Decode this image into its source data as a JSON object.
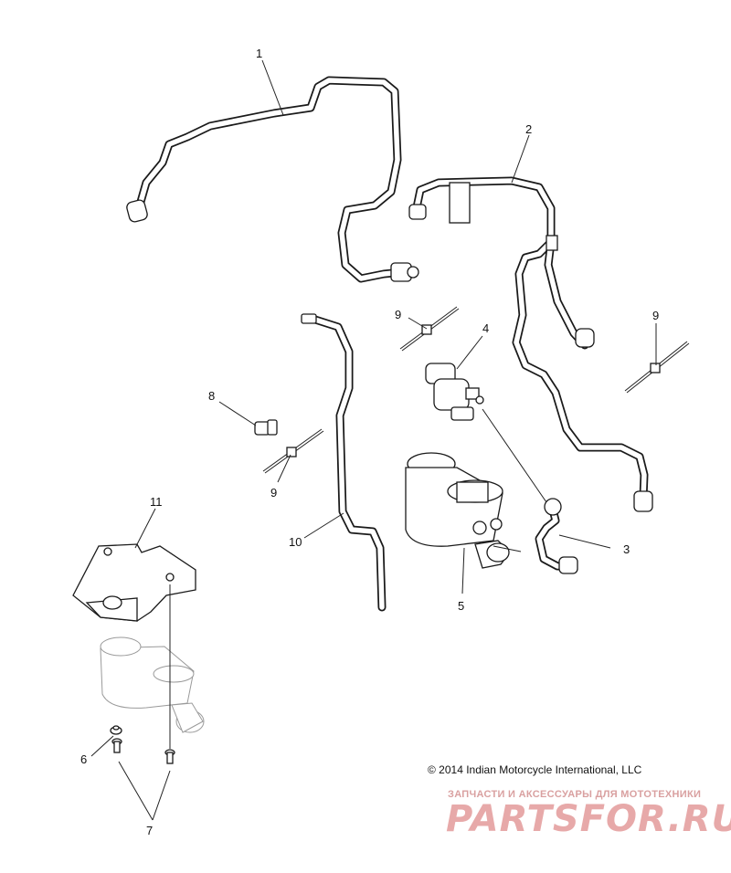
{
  "diagram": {
    "callouts": [
      {
        "id": "c1",
        "label": "1"
      },
      {
        "id": "c2",
        "label": "2"
      },
      {
        "id": "c3",
        "label": "3"
      },
      {
        "id": "c4",
        "label": "4"
      },
      {
        "id": "c5",
        "label": "5"
      },
      {
        "id": "c6",
        "label": "6"
      },
      {
        "id": "c7",
        "label": "7"
      },
      {
        "id": "c8",
        "label": "8"
      },
      {
        "id": "c9a",
        "label": "9"
      },
      {
        "id": "c9b",
        "label": "9"
      },
      {
        "id": "c9c",
        "label": "9"
      },
      {
        "id": "c10",
        "label": "10"
      },
      {
        "id": "c11",
        "label": "11"
      }
    ]
  },
  "footer": {
    "copyright": "© 2014 Indian Motorcycle International, LLC",
    "watermark_tagline": "ЗАПЧАСТИ И АКСЕССУАРЫ ДЛЯ МОТОТЕХНИКИ",
    "watermark_brand": "PARTSFOR.RU"
  }
}
